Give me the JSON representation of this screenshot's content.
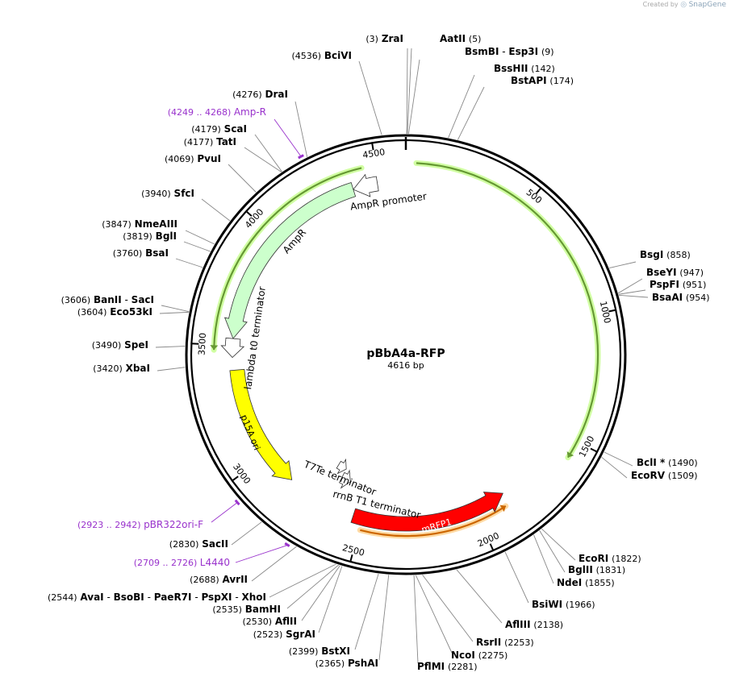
{
  "branding": {
    "created_by": "Created by",
    "logo": "SnapGene"
  },
  "plasmid": {
    "name": "pBbA4a-RFP",
    "length_label": "4616 bp",
    "length": 4616
  },
  "colors": {
    "backbone": "#000000",
    "enzyme_label": "#000000",
    "primer_label": "#9932CC",
    "ampr": "#CCFFCC",
    "p15a": "#FFFF00",
    "mrfp1": "#FF0000",
    "arc_green": "#669933",
    "arc_orange": "#CC6600"
  },
  "ticks": [
    {
      "bp": 500,
      "label": "500"
    },
    {
      "bp": 1000,
      "label": "1000"
    },
    {
      "bp": 1500,
      "label": "1500"
    },
    {
      "bp": 2000,
      "label": "2000"
    },
    {
      "bp": 2500,
      "label": "2500"
    },
    {
      "bp": 3000,
      "label": "3000"
    },
    {
      "bp": 3500,
      "label": "3500"
    },
    {
      "bp": 4000,
      "label": "4000"
    },
    {
      "bp": 4500,
      "label": "4500"
    }
  ],
  "sites": [
    {
      "pos": 3,
      "pos_label": "(3)",
      "name": "ZraI"
    },
    {
      "pos": 5,
      "name": "AatII",
      "pos_label": "(5)"
    },
    {
      "pos": 9,
      "name": "BsmBI",
      "name2": "Esp3I",
      "pos_label": "(9)"
    },
    {
      "pos": 142,
      "name": "BssHII",
      "pos_label": "(142)"
    },
    {
      "pos": 174,
      "name": "BstAPI",
      "pos_label": "(174)"
    },
    {
      "pos": 4536,
      "pos_label": "(4536)",
      "name": "BciVI"
    },
    {
      "pos": 4276,
      "pos_label": "(4276)",
      "name": "DraI"
    },
    {
      "pos": 4179,
      "pos_label": "(4179)",
      "name": "ScaI"
    },
    {
      "pos": 4177,
      "pos_label": "(4177)",
      "name": "TatI"
    },
    {
      "pos": 4069,
      "pos_label": "(4069)",
      "name": "PvuI"
    },
    {
      "pos": 3940,
      "pos_label": "(3940)",
      "name": "SfcI"
    },
    {
      "pos": 3847,
      "pos_label": "(3847)",
      "name": "NmeAIII"
    },
    {
      "pos": 3819,
      "pos_label": "(3819)",
      "name": "BglI"
    },
    {
      "pos": 3760,
      "pos_label": "(3760)",
      "name": "BsaI"
    },
    {
      "pos": 3606,
      "pos_label": "(3606)",
      "name": "BanII",
      "name2": "SacI"
    },
    {
      "pos": 3604,
      "pos_label": "(3604)",
      "name": "Eco53kI"
    },
    {
      "pos": 3490,
      "pos_label": "(3490)",
      "name": "SpeI"
    },
    {
      "pos": 3420,
      "pos_label": "(3420)",
      "name": "XbaI"
    },
    {
      "pos": 858,
      "name": "BsgI",
      "pos_label": "(858)"
    },
    {
      "pos": 947,
      "name": "BseYI",
      "pos_label": "(947)"
    },
    {
      "pos": 951,
      "name": "PspFI",
      "pos_label": "(951)"
    },
    {
      "pos": 954,
      "name": "BsaAI",
      "pos_label": "(954)"
    },
    {
      "pos": 1490,
      "name": "BclI *",
      "pos_label": "(1490)"
    },
    {
      "pos": 1509,
      "name": "EcoRV",
      "pos_label": "(1509)"
    },
    {
      "pos": 1822,
      "name": "EcoRI",
      "pos_label": "(1822)"
    },
    {
      "pos": 1831,
      "name": "BglII",
      "pos_label": "(1831)"
    },
    {
      "pos": 1855,
      "name": "NdeI",
      "pos_label": "(1855)"
    },
    {
      "pos": 1966,
      "name": "BsiWI",
      "pos_label": "(1966)"
    },
    {
      "pos": 2138,
      "name": "AflIII",
      "pos_label": "(2138)"
    },
    {
      "pos": 2253,
      "name": "RsrII",
      "pos_label": "(2253)"
    },
    {
      "pos": 2275,
      "name": "NcoI",
      "pos_label": "(2275)"
    },
    {
      "pos": 2281,
      "name": "PflMI",
      "pos_label": "(2281)"
    },
    {
      "pos": 2365,
      "pos_label": "(2365)",
      "name": "PshAI"
    },
    {
      "pos": 2399,
      "pos_label": "(2399)",
      "name": "BstXI"
    },
    {
      "pos": 2523,
      "pos_label": "(2523)",
      "name": "SgrAI"
    },
    {
      "pos": 2530,
      "pos_label": "(2530)",
      "name": "AflII"
    },
    {
      "pos": 2535,
      "pos_label": "(2535)",
      "name": "BamHI"
    },
    {
      "pos": 2544,
      "pos_label": "(2544)",
      "name": "AvaI",
      "name2": "BsoBI",
      "name3": "PaeR7I",
      "name4": "PspXI",
      "name5": "XhoI"
    },
    {
      "pos": 2688,
      "pos_label": "(2688)",
      "name": "AvrII"
    },
    {
      "pos": 2830,
      "pos_label": "(2830)",
      "name": "SacII"
    }
  ],
  "primers": [
    {
      "range": "(4249 .. 4268)",
      "name": "Amp-R",
      "start": 4249,
      "end": 4268
    },
    {
      "range": "(2923 .. 2942)",
      "name": "pBR322ori-F",
      "start": 2923,
      "end": 2942
    },
    {
      "range": "(2709 .. 2726)",
      "name": "L4440",
      "start": 2709,
      "end": 2726
    }
  ],
  "features": [
    {
      "name": "AmpR promoter",
      "start": 4390,
      "end": 4495,
      "strand": -1
    },
    {
      "name": "AmpR",
      "start": 3530,
      "end": 4390,
      "strand": -1
    },
    {
      "name": "lambda t0 terminator",
      "start": 3450,
      "end": 3530,
      "strand": -1
    },
    {
      "name": "p15A ori",
      "start": 2850,
      "end": 3395,
      "strand": -1
    },
    {
      "name": "T7Te terminator",
      "start": 2660,
      "end": 2710,
      "strand": -1
    },
    {
      "name": "rrnB T1 terminator",
      "start": 2610,
      "end": 2660,
      "strand": -1
    },
    {
      "name": "mRFP1",
      "start": 1860,
      "end": 2540,
      "strand": -1
    }
  ],
  "orfs": [
    {
      "start": 40,
      "end": 1570,
      "strand": 1,
      "color": "green"
    },
    {
      "start": 3480,
      "end": 4445,
      "strand": -1,
      "color": "green"
    },
    {
      "start": 1880,
      "end": 2495,
      "strand": -1,
      "color": "orange"
    }
  ]
}
